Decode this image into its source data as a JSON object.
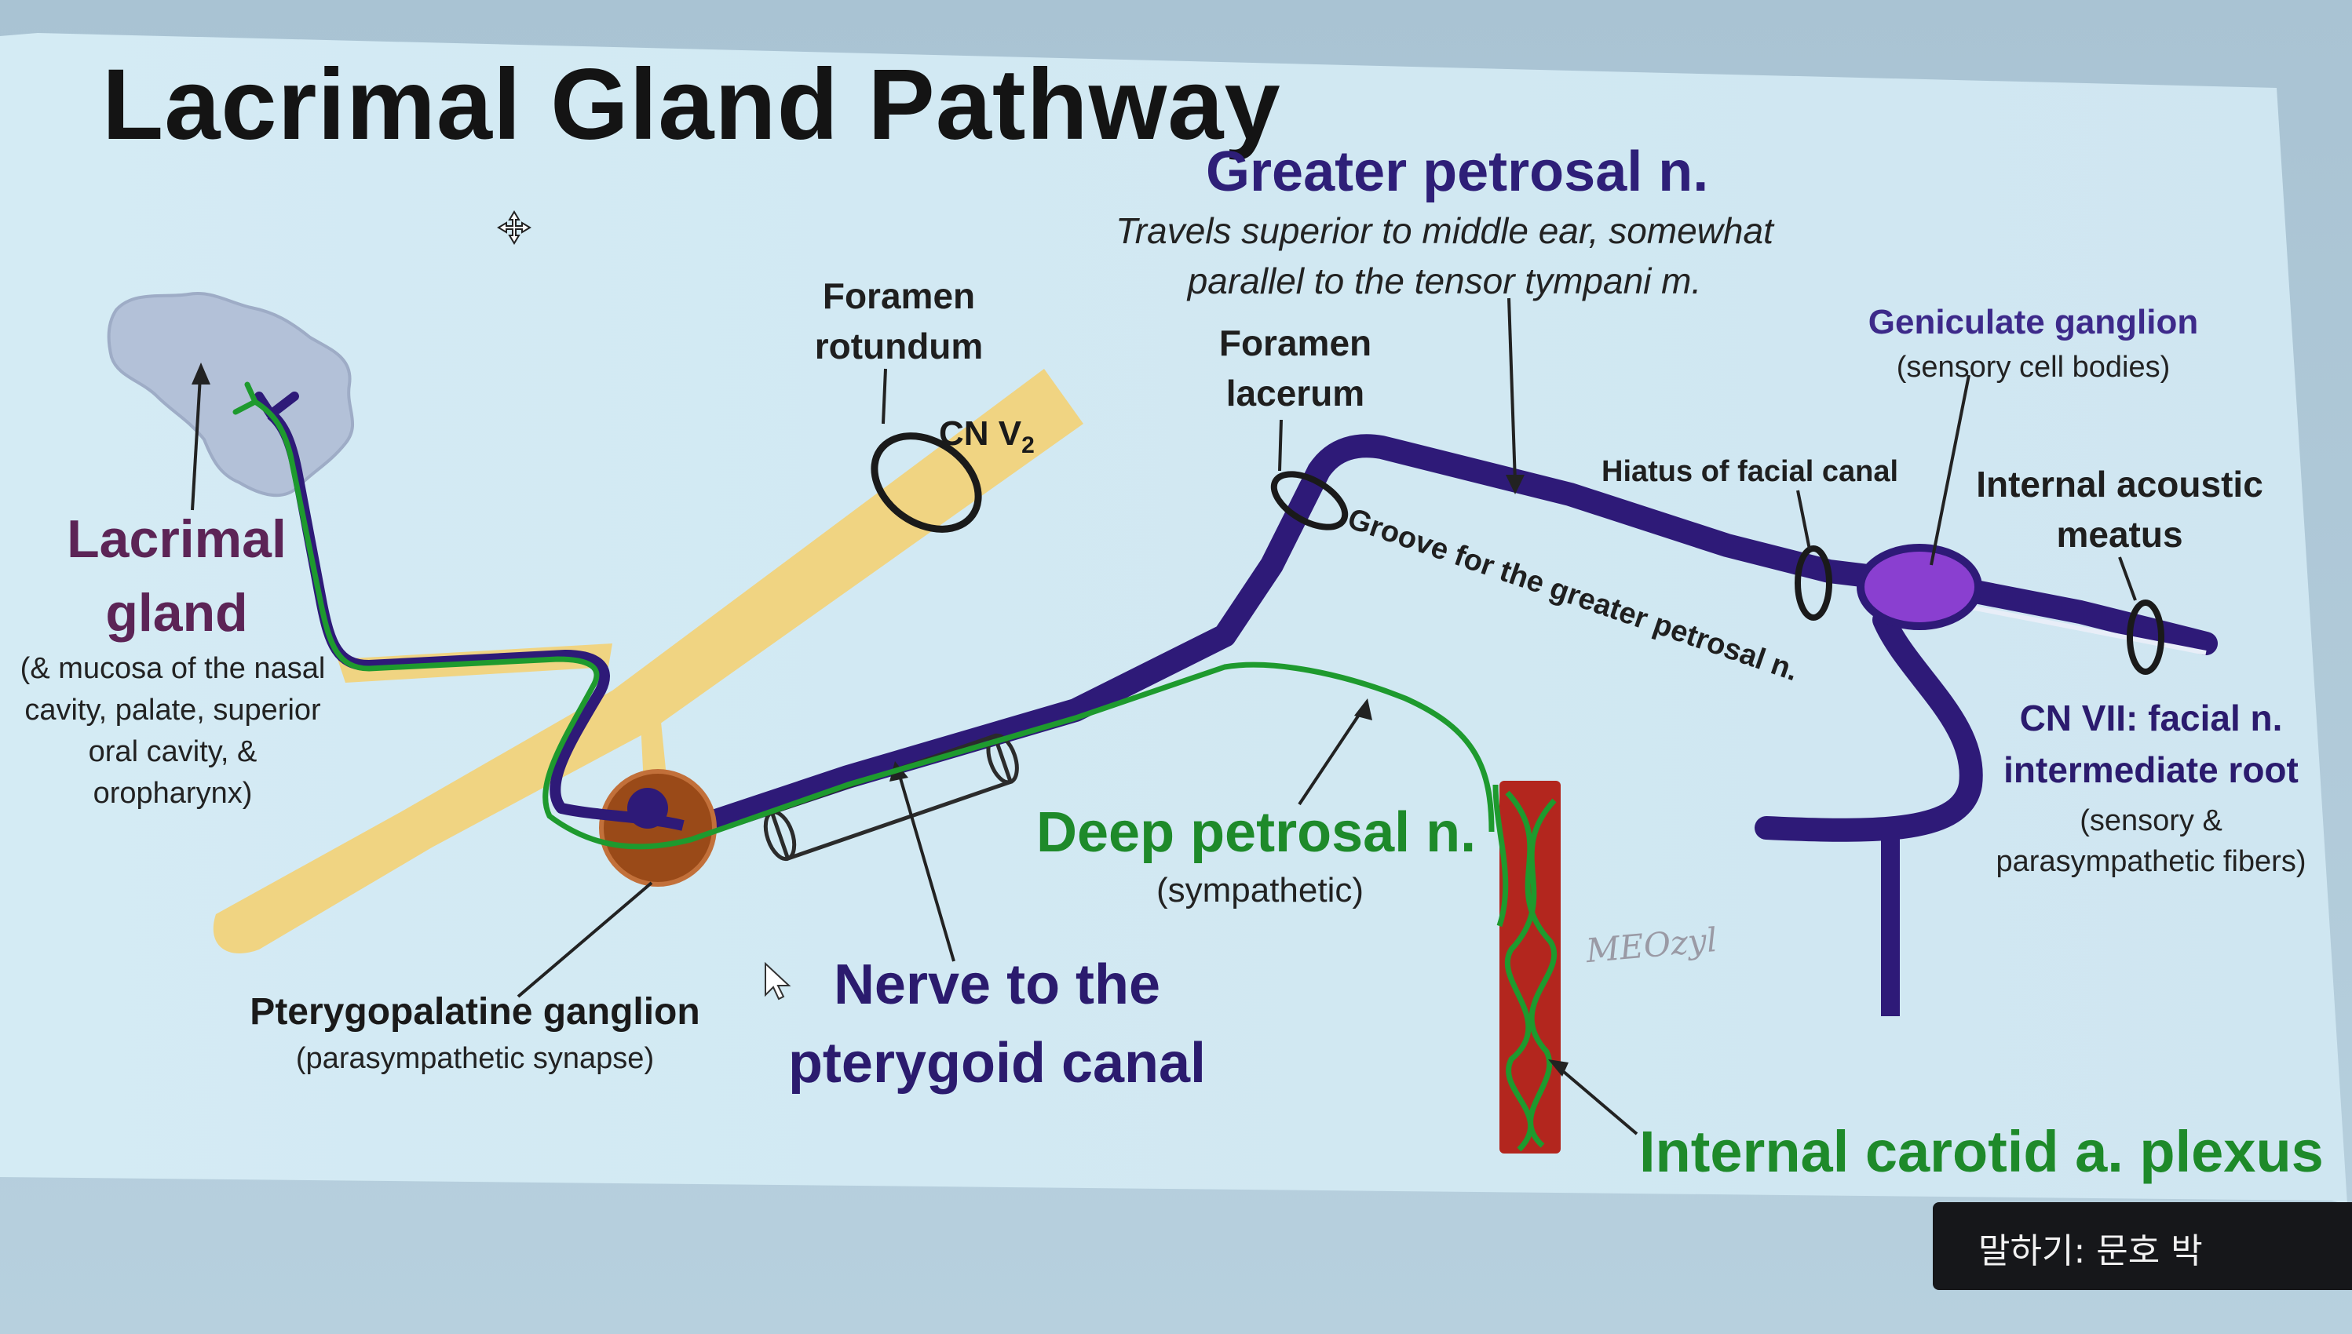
{
  "slide": {
    "title": "Lacrimal Gland Pathway",
    "greater_petrosal": {
      "label": "Greater petrosal n.",
      "description": "Travels superior to middle ear, somewhat parallel to the tensor tympani m."
    },
    "foramen_rotundum": "Foramen rotundum",
    "foramen_lacerum": "Foramen lacerum",
    "cn_v2": {
      "main": "CN V",
      "sub": "2"
    },
    "geniculate_ganglion": {
      "label": "Geniculate ganglion",
      "sub": "(sensory cell bodies)"
    },
    "hiatus_facial_canal": "Hiatus of facial canal",
    "internal_acoustic_meatus": "Internal acoustic meatus",
    "groove": "Groove for the greater petrosal n.",
    "lacrimal_gland": {
      "label": "Lacrimal gland",
      "sub": "(& mucosa of the nasal cavity, palate, superior oral cavity, & oropharynx)"
    },
    "pterygopalatine_ganglion": {
      "label": "Pterygopalatine ganglion",
      "sub": "(parasympathetic synapse)"
    },
    "deep_petrosal": {
      "label": "Deep petrosal n.",
      "sub": "(sympathetic)"
    },
    "nerve_pterygoid_canal": "Nerve to the pterygoid canal",
    "cn_vii": {
      "label": "CN VII: facial n. intermediate root",
      "sub": "(sensory & parasympathetic fibers)"
    },
    "internal_carotid_plexus": "Internal carotid a. plexus",
    "signature": "MEOzyl"
  },
  "caption_bar": {
    "text": "말하기: 문호 박"
  },
  "colors": {
    "slide_bg": "#d6ecf4",
    "nerve_purple": "#2e1a78",
    "sympathetic_green": "#1e9a2e",
    "maxillary_yellow": "#f0d482",
    "carotid_red": "#b3261e",
    "ganglion_brown": "#9a4a18",
    "geniculate_violet": "#8a3fd0"
  },
  "icons": [
    "move-cursor-icon",
    "arrow-cursor-icon"
  ]
}
